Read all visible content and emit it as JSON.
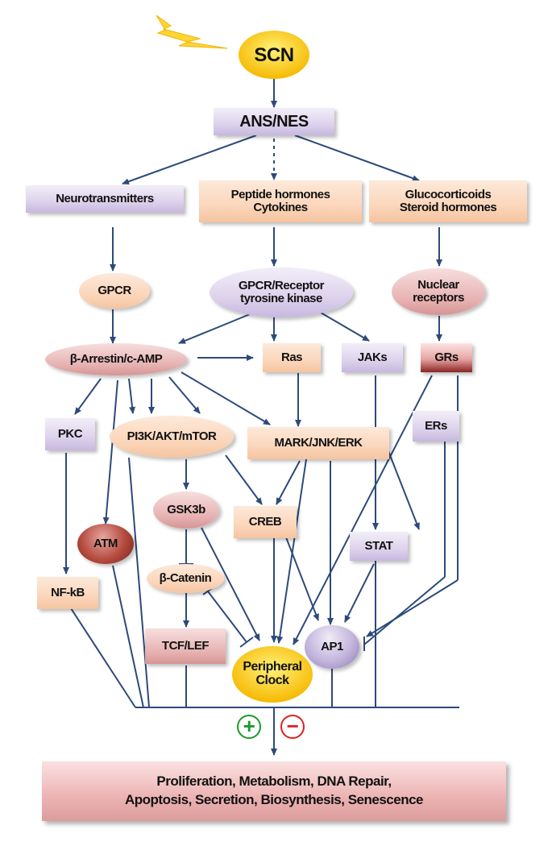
{
  "nodes": {
    "scn": "SCN",
    "ans_nes": "ANS/NES",
    "neurotransmitters": "Neurotransmitters",
    "peptide_line1": "Peptide hormones",
    "peptide_line2": "Cytokines",
    "gluco_line1": "Glucocorticoids",
    "gluco_line2": "Steroid hormones",
    "gpcr": "GPCR",
    "gpcr_rtk_line1": "GPCR/Receptor",
    "gpcr_rtk_line2": "tyrosine kinase",
    "nuclear_line1": "Nuclear",
    "nuclear_line2": "receptors",
    "arrestin": "β-Arrestin/c-AMP",
    "ras": "Ras",
    "jaks": "JAKs",
    "grs": "GRs",
    "pkc": "PKC",
    "pi3k": "PI3K/AKT/mTOR",
    "mark": "MARK/JNK/ERK",
    "ers": "ERs",
    "atm": "ATM",
    "gsk3b": "GSK3b",
    "creb": "CREB",
    "stat": "STAT",
    "catenin": "β-Catenin",
    "nfkb": "NF-kB",
    "tcf_lef": "TCF/LEF",
    "ap1": "AP1",
    "clock_line1": "Peripheral",
    "clock_line2": "Clock",
    "plus_symbol": "+",
    "minus_symbol": "−",
    "output_line1": "Proliferation, Metabolism, DNA Repair,",
    "output_line2": "Apoptosis, Secretion, Biosynthesis, Senescence"
  },
  "colors": {
    "edge": "#2d4a7a",
    "scn_fill": "#ffd200",
    "clock_fill": "#ffe000",
    "plus": "#1a9a2a",
    "minus": "#e02020"
  }
}
